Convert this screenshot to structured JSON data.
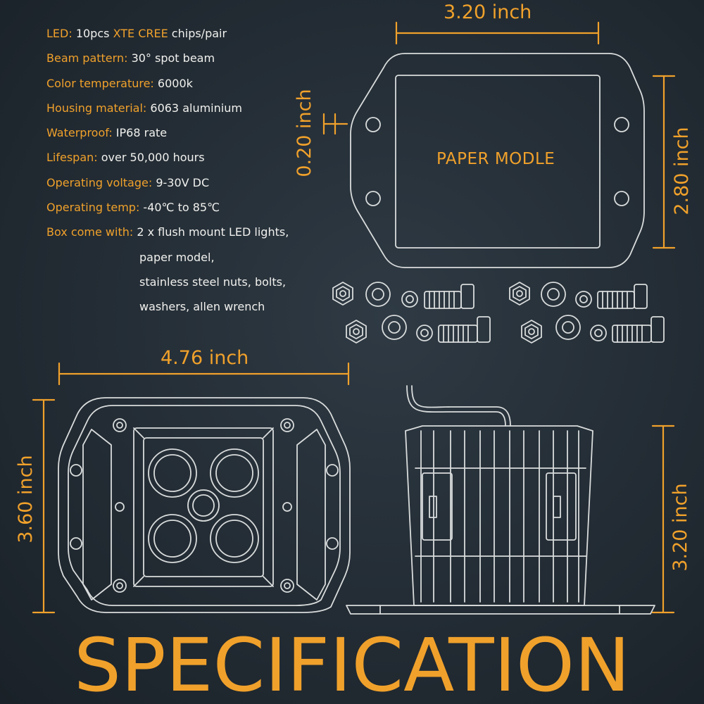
{
  "specs": [
    {
      "key": "LED:",
      "value_pre": " 10pcs ",
      "value_hl": "XTE CREE",
      "value_post": " chips/pair"
    },
    {
      "key": "Beam pattern:",
      "value": " 30° spot beam"
    },
    {
      "key": "Color temperature:",
      "value": " 6000k"
    },
    {
      "key": "Housing material:",
      "value": " 6063 aluminium"
    },
    {
      "key": "Waterproof:",
      "value": " IP68 rate"
    },
    {
      "key": "Lifespan:",
      "value": " over 50,000 hours"
    },
    {
      "key": "Operating voltage:",
      "value": " 9-30V DC"
    },
    {
      "key": "Operating temp:",
      "value": " -40℃ to 85℃"
    },
    {
      "key": "Box come with:",
      "value": " 2 x flush mount LED lights,"
    }
  ],
  "box_contents_continued": [
    "paper model,",
    "stainless steel nuts, bolts,",
    "washers, allen wrench"
  ],
  "dimensions": {
    "paper_width": "3.20 inch",
    "paper_height": "2.80 inch",
    "flange": "0.20 inch",
    "front_width": "4.76 inch",
    "front_height": "3.60 inch",
    "side_height": "3.20 inch"
  },
  "paper_model_label": "PAPER MODLE",
  "title": "SPECIFICATION",
  "colors": {
    "accent": "#f0a12b",
    "line": "#d9dcdc",
    "background": "#232c34"
  }
}
